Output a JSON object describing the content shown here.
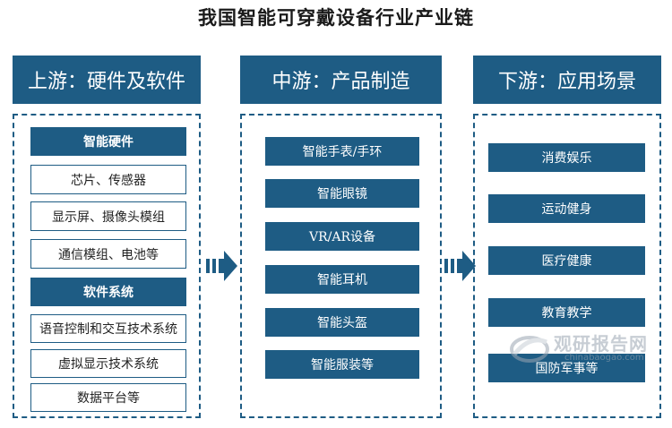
{
  "title": "我国智能可穿戴设备行业产业链",
  "columns": [
    {
      "header": "上游：硬件及软件",
      "items": [
        {
          "label": "智能硬件",
          "style": "dark"
        },
        {
          "label": "芯片、传感器",
          "style": "light"
        },
        {
          "label": "显示屏、摄像头模组",
          "style": "light"
        },
        {
          "label": "通信模组、电池等",
          "style": "light"
        },
        {
          "label": "软件系统",
          "style": "dark"
        },
        {
          "label": "语音控制和交互技术系统",
          "style": "light"
        },
        {
          "label": "虚拟显示技术系统",
          "style": "light"
        },
        {
          "label": "数据平台等",
          "style": "light"
        }
      ]
    },
    {
      "header": "中游：产品制造",
      "items": [
        {
          "label": "智能手表/手环"
        },
        {
          "label": "智能眼镜"
        },
        {
          "label": "VR/AR设备"
        },
        {
          "label": "智能耳机"
        },
        {
          "label": "智能头盔"
        },
        {
          "label": "智能服装等"
        }
      ]
    },
    {
      "header": "下游：应用场景",
      "items": [
        {
          "label": "消费娱乐"
        },
        {
          "label": "运动健身"
        },
        {
          "label": "医疗健康"
        },
        {
          "label": "教育教学"
        },
        {
          "label": "国防军事等"
        }
      ]
    }
  ],
  "watermark": {
    "name": "观研报告网",
    "url": "chinabaogao.com"
  },
  "colors": {
    "primary": "#1e5c84",
    "text": "#1a1a1a"
  }
}
